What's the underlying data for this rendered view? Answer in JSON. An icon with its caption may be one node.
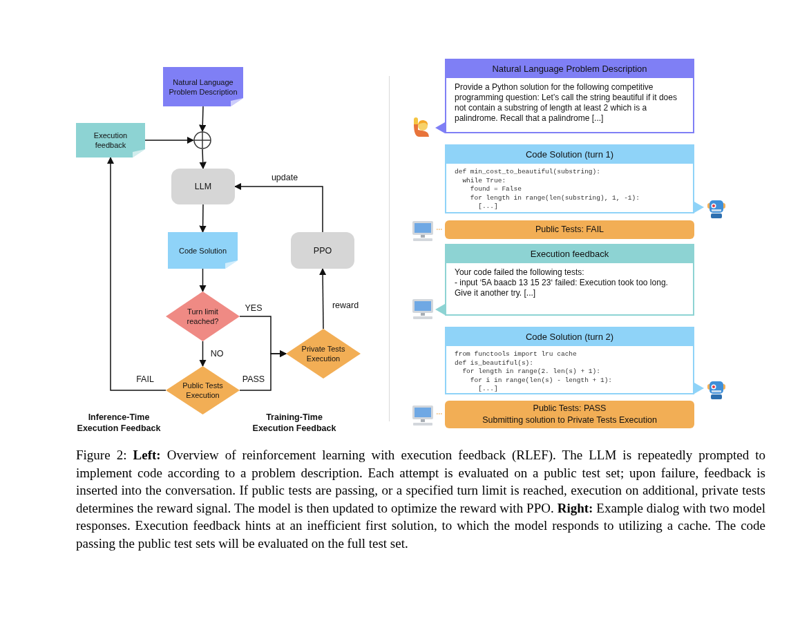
{
  "diagram": {
    "caption": "Figure 2: **Left:** Overview of reinforcement learning with execution feedback (RLEF). The LLM is repeatedly prompted to implement code according to a problem description.  Each attempt is evaluated on a public test set; upon failure, feedback is inserted into the conversation. If public tests are passing, or a specified turn limit is reached, execution on additional, private tests determines the reward signal. The model is then updated to optimize the reward with PPO. **Right:** Example dialog with two model responses.  Execution feedback hints at an inefficient first solution, to which the model responds to utilizing a cache.  The code passing the public test sets will be evaluated on the full test set.",
    "nodes": [
      {
        "text": [
          "Natural Language Problem Description"
        ]
      },
      {
        "text": [
          "Execution feedback"
        ]
      },
      {
        "text": [],
        "shape": "circle"
      },
      {
        "text": [
          "LLM"
        ]
      },
      {
        "text": [
          "Code Solution"
        ]
      },
      {
        "text": [
          "PPO"
        ]
      },
      {
        "text": [
          "Turn limit reached?"
        ]
      },
      {
        "text": [
          "Private Tests Execution"
        ]
      },
      {
        "text": [
          "Public Tests Execution"
        ]
      },
      {
        "text": [
          "Natural Language Problem Description",
          "Provide a Python solution for the following competitive programming question: Let’s call the string beautiful if it does not contain a substring of length at least 2 which is a palindrome. Recall that a palindrome [...]"
        ]
      },
      {
        "text": [
          "Code Solution (turn 1)",
          "def min_cost_to_beautiful(substring):",
          "  while True:",
          "    found = False",
          "    for length in range(len(substring), 1, -1):",
          "      [...]"
        ]
      },
      {
        "text": [
          "Public Tests: FAIL"
        ]
      },
      {
        "text": [
          "Execution feedback",
          "Your code failed the following tests:",
          "- input ‘5A baacb 13 15 23‘ failed: Execution took too long.",
          "Give it another try. [...]"
        ]
      },
      {
        "text": [
          "Code Solution (turn 2)",
          "from functools import lru cache",
          "def is_beautiful(s):",
          "  for length in range(2. len(s) + 1):",
          "    for i in range(len(s) - length + 1):",
          "      [...]"
        ]
      },
      {
        "text": [
          "Public Tests: PASS",
          "Submitting solution to Private Tests Execution"
        ]
      }
    ],
    "edges": [
      {
        "from": 0,
        "to": 2,
        "arrow": "to"
      },
      {
        "from": 1,
        "to": 2,
        "arrow": "to"
      },
      {
        "from": 2,
        "to": 3,
        "arrow": "to"
      },
      {
        "from": 3,
        "to": 4,
        "arrow": "to"
      },
      {
        "from": 4,
        "to": 6,
        "arrow": "to"
      },
      {
        "from": 6,
        "to": 8,
        "arrow": "to",
        "label": "NO"
      },
      {
        "from": 8,
        "to": 1,
        "arrow": "to",
        "label": "FAIL"
      },
      {
        "from": 6,
        "to": 7,
        "arrow": "to",
        "label": "YES"
      },
      {
        "from": 8,
        "to": 7,
        "arrow": "to",
        "label": "PASS"
      },
      {
        "from": 7,
        "to": 5,
        "arrow": "to",
        "label": "reward"
      },
      {
        "from": 5,
        "to": 3,
        "arrow": "to",
        "label": "update"
      }
    ],
    "labels": [
      "Inference-Time Execution Feedback",
      "Training-Time Execution Feedback"
    ]
  }
}
